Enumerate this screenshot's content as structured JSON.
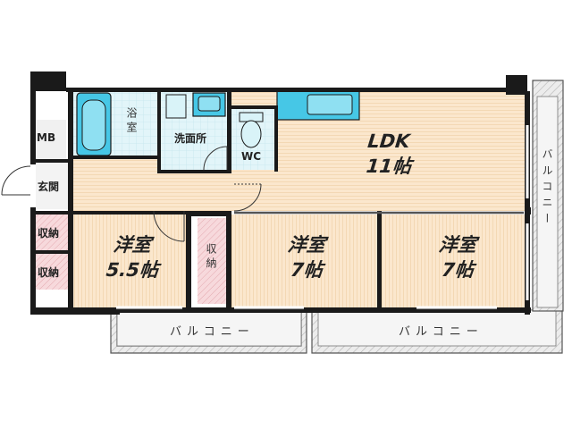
{
  "rooms": {
    "ldk": {
      "name": "LDK",
      "size": "11帖"
    },
    "western_left": {
      "name": "洋室",
      "size": "5.5帖"
    },
    "western_mid": {
      "name": "洋室",
      "size": "7帖"
    },
    "western_right": {
      "name": "洋室",
      "size": "7帖"
    },
    "bath": "浴室",
    "washroom": "洗面所",
    "toilet": "WC",
    "meter_box": "MB",
    "entrance": "玄関",
    "storage_1": "収納",
    "storage_2": "収納",
    "storage_3": "収納"
  },
  "balconies": {
    "bottom_left": "バルコニー",
    "bottom_right": "バルコニー",
    "right": "バルコニー"
  },
  "colors": {
    "floor_wood": "#fbe7cd",
    "wood_line": "#f3d6b0",
    "wet_area": "#d9f3f8",
    "fixture": "#46c7e6",
    "storage": "#f7d9dc",
    "wall": "#1a1a1a",
    "balcony": "#e6e6e6"
  }
}
